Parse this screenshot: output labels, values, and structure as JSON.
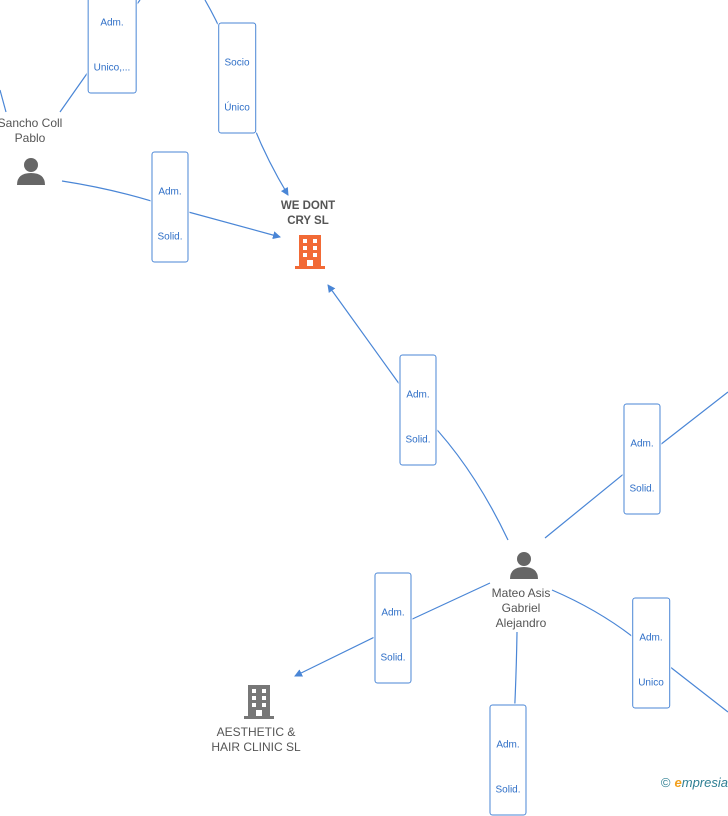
{
  "nodes": {
    "sancho": {
      "name_line1": "Sancho Coll",
      "name_line2": "Pablo"
    },
    "wedontcry": {
      "name_line1": "WE DONT",
      "name_line2": "CRY  SL"
    },
    "mateo": {
      "name_line1": "Mateo Asis",
      "name_line2": "Gabriel",
      "name_line3": "Alejandro"
    },
    "aesthetic": {
      "name_line1": "AESTHETIC &",
      "name_line2": "HAIR CLINIC  SL"
    }
  },
  "edges": {
    "adm_unico_top": {
      "line1": "Adm.",
      "line2": "Unico,..."
    },
    "socio_unico": {
      "line1": "Socio",
      "line2": "Único"
    },
    "sancho_adm_solid": {
      "line1": "Adm.",
      "line2": "Solid."
    },
    "mateo_adm_solid_up": {
      "line1": "Adm.",
      "line2": "Solid."
    },
    "right_adm_solid": {
      "line1": "Adm.",
      "line2": "Solid."
    },
    "mateo_adm_solid_aesthetic": {
      "line1": "Adm.",
      "line2": "Solid."
    },
    "right_adm_unico": {
      "line1": "Adm.",
      "line2": "Unico"
    },
    "bottom_adm_solid": {
      "line1": "Adm.",
      "line2": "Solid."
    }
  },
  "footer": {
    "copyright": "©",
    "brand_initial": "e",
    "brand_rest": "mpresia"
  },
  "colors": {
    "edge": "#4a86d6",
    "company_highlight": "#f26a36",
    "company": "#777777",
    "person": "#666666"
  }
}
